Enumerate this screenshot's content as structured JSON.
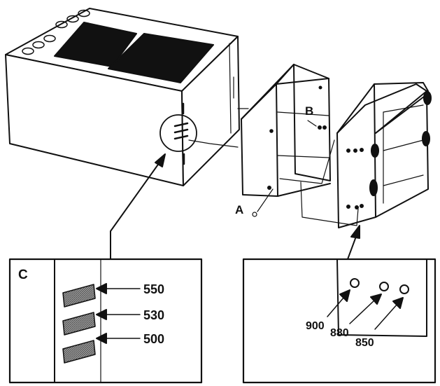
{
  "labels": {
    "a": "A",
    "b": "B",
    "c": "C"
  },
  "slot_positions": [
    {
      "value": "550"
    },
    {
      "value": "530"
    },
    {
      "value": "500"
    }
  ],
  "hole_positions": [
    {
      "value": "900"
    },
    {
      "value": "880"
    },
    {
      "value": "850"
    }
  ],
  "colors": {
    "line": "#111111",
    "background": "#ffffff",
    "slot_fill": "#6a6a6a"
  }
}
